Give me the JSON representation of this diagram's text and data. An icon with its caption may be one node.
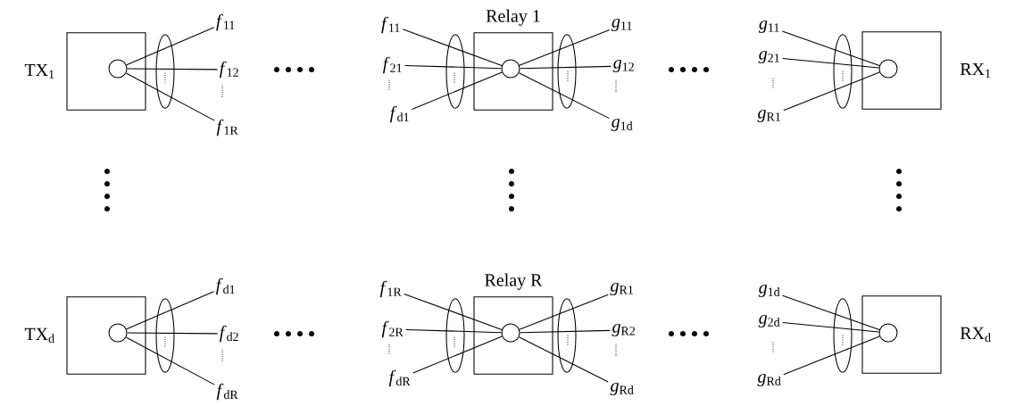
{
  "diagram": {
    "nodes": [
      {
        "text": [
          "TX$_{1}$"
        ]
      },
      {
        "text": [],
        "shape": "circle",
        "in": 0
      },
      {
        "text": [
          "*f*$_{11}$"
        ]
      },
      {
        "text": [
          "*f*$_{12}$"
        ]
      },
      {
        "text": [
          "*f*$_{1R}$"
        ]
      },
      {
        "text": [
          "Relay 1"
        ]
      },
      {
        "text": [],
        "shape": "circle",
        "in": 5
      },
      {
        "text": [
          "*f*$_{11}$"
        ]
      },
      {
        "text": [
          "*f*$_{21}$"
        ]
      },
      {
        "text": [
          "*f*$_{d1}$"
        ]
      },
      {
        "text": [
          "*g*$_{11}$"
        ]
      },
      {
        "text": [
          "*g*$_{12}$"
        ]
      },
      {
        "text": [
          "*g*$_{1d}$"
        ]
      },
      {
        "text": [
          "RX$_{1}$"
        ]
      },
      {
        "text": [],
        "shape": "circle",
        "in": 13
      },
      {
        "text": [
          "*g*$_{11}$"
        ]
      },
      {
        "text": [
          "*g*$_{21}$"
        ]
      },
      {
        "text": [
          "*g*$_{R1}$"
        ]
      },
      {
        "text": [
          "TX$_{d}$"
        ]
      },
      {
        "text": [],
        "shape": "circle",
        "in": 18
      },
      {
        "text": [
          "*f*$_{d1}$"
        ]
      },
      {
        "text": [
          "*f*$_{d2}$"
        ]
      },
      {
        "text": [
          "*f*$_{dR}$"
        ]
      },
      {
        "text": [
          "Relay R"
        ]
      },
      {
        "text": [],
        "shape": "circle",
        "in": 23
      },
      {
        "text": [
          "*f*$_{1R}$"
        ]
      },
      {
        "text": [
          "*f*$_{2R}$"
        ]
      },
      {
        "text": [
          "*f*$_{dR}$"
        ]
      },
      {
        "text": [
          "*g*$_{R1}$"
        ]
      },
      {
        "text": [
          "*g*$_{R2}$"
        ]
      },
      {
        "text": [
          "*g*$_{Rd}$"
        ]
      },
      {
        "text": [
          "RX$_{d}$"
        ]
      },
      {
        "text": [],
        "shape": "circle",
        "in": 31
      },
      {
        "text": [
          "*g*$_{1d}$"
        ]
      },
      {
        "text": [
          "*g*$_{2d}$"
        ]
      },
      {
        "text": [
          "*g*$_{Rd}$"
        ]
      }
    ],
    "edges": [
      {
        "from": 1,
        "to": 2,
        "arrow": "none"
      },
      {
        "from": 1,
        "to": 3,
        "arrow": "none"
      },
      {
        "from": 1,
        "to": 4,
        "arrow": "none"
      },
      {
        "from": 7,
        "to": 6,
        "arrow": "none"
      },
      {
        "from": 8,
        "to": 6,
        "arrow": "none"
      },
      {
        "from": 9,
        "to": 6,
        "arrow": "none"
      },
      {
        "from": 6,
        "to": 10,
        "arrow": "none"
      },
      {
        "from": 6,
        "to": 11,
        "arrow": "none"
      },
      {
        "from": 6,
        "to": 12,
        "arrow": "none"
      },
      {
        "from": 15,
        "to": 14,
        "arrow": "none"
      },
      {
        "from": 16,
        "to": 14,
        "arrow": "none"
      },
      {
        "from": 17,
        "to": 14,
        "arrow": "none"
      },
      {
        "from": 19,
        "to": 20,
        "arrow": "none"
      },
      {
        "from": 19,
        "to": 21,
        "arrow": "none"
      },
      {
        "from": 19,
        "to": 22,
        "arrow": "none"
      },
      {
        "from": 25,
        "to": 24,
        "arrow": "none"
      },
      {
        "from": 26,
        "to": 24,
        "arrow": "none"
      },
      {
        "from": 27,
        "to": 24,
        "arrow": "none"
      },
      {
        "from": 24,
        "to": 28,
        "arrow": "none"
      },
      {
        "from": 24,
        "to": 29,
        "arrow": "none"
      },
      {
        "from": 24,
        "to": 30,
        "arrow": "none"
      },
      {
        "from": 33,
        "to": 32,
        "arrow": "none"
      },
      {
        "from": 34,
        "to": 32,
        "arrow": "none"
      },
      {
        "from": 35,
        "to": 32,
        "arrow": "none"
      }
    ]
  }
}
